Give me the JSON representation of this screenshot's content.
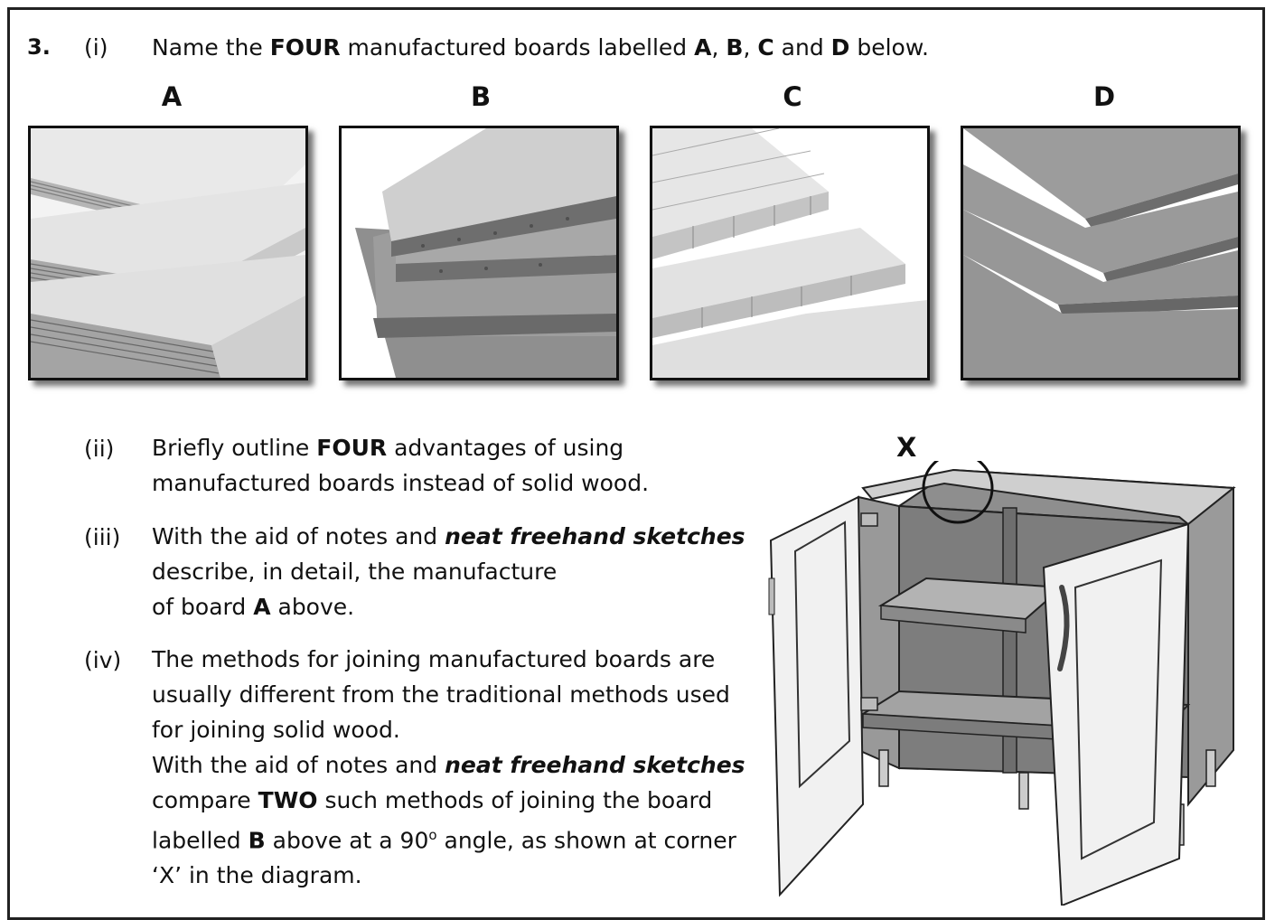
{
  "question": {
    "number": "3.",
    "part_i": {
      "label": "(i)",
      "t1": "Name the ",
      "b1": "FOUR",
      "t2": " manufactured boards labelled ",
      "b2": "A",
      "t3": ", ",
      "b3": "B",
      "t4": ", ",
      "b4": "C",
      "t5": " and ",
      "b5": "D",
      "t6": " below."
    },
    "board_labels": [
      "A",
      "B",
      "C",
      "D"
    ],
    "part_ii": {
      "label": "(ii)",
      "t1": "Briefly outline ",
      "b1": "FOUR",
      "t2": " advantages of using",
      "line2": "manufactured boards instead of solid wood."
    },
    "part_iii": {
      "label": "(iii)",
      "t1": "With the aid of notes and ",
      "bi1": "neat freehand sketches",
      "line2": "describe, in detail, the manufacture",
      "t3": "of board ",
      "b3": "A",
      "t4": " above."
    },
    "part_iv": {
      "label": "(iv)",
      "line1": "The methods for joining manufactured boards are",
      "line2": "usually different from the traditional methods used",
      "line3": "for joining solid wood.",
      "t4": "With the aid of notes and ",
      "bi4": "neat freehand sketches",
      "t5": "compare ",
      "b5": "TWO",
      "t5b": " such methods of joining the board",
      "t6": "labelled ",
      "b6": "B",
      "t6b": " above at a 90",
      "sup6": "o",
      "t6c": " angle, as shown at corner",
      "line7": "‘X’ in the diagram."
    },
    "diagram_label": "X"
  }
}
